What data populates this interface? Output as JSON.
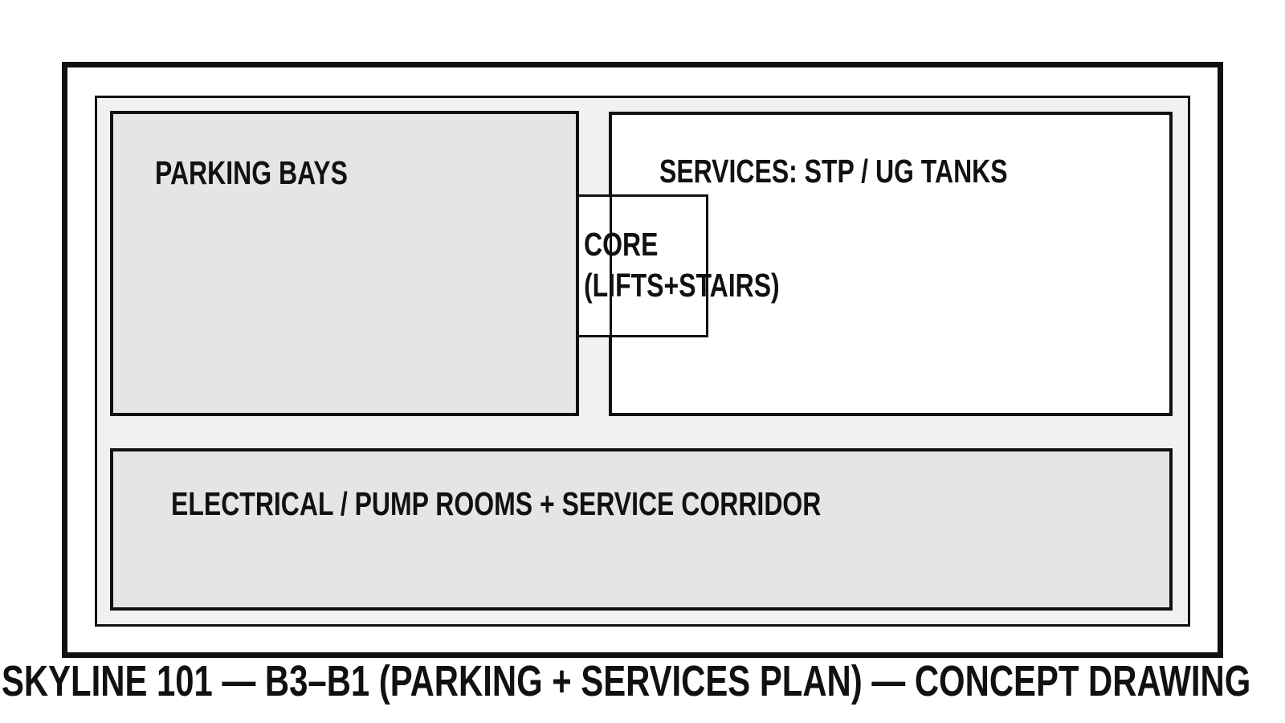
{
  "drawing": {
    "caption": "SKYLINE 101 — B3–B1 (PARKING + SERVICES PLAN) — CONCEPT DRAWING",
    "rooms": [
      {
        "id": "parking-bays",
        "label": "PARKING BAYS"
      },
      {
        "id": "services",
        "label": "SERVICES: STP / UG TANKS"
      },
      {
        "id": "core",
        "label_line1": "CORE",
        "label_line2": "(LIFTS+STAIRS)"
      },
      {
        "id": "electrical",
        "label": "ELECTRICAL / PUMP ROOMS + SERVICE CORRIDOR"
      }
    ],
    "colors": {
      "line": "#111111",
      "background": "#ffffff",
      "panel_fill": "#f1f1f1",
      "room_fill": "#e5e5e5",
      "services_fill": "#ffffff"
    }
  }
}
